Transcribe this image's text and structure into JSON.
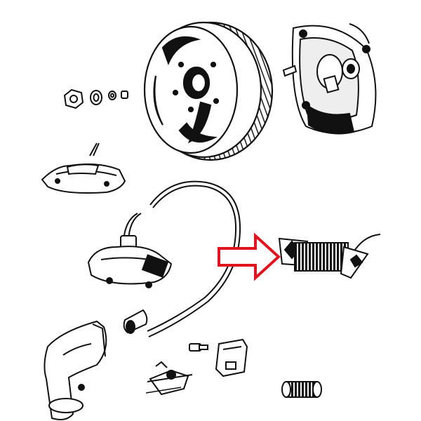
{
  "diagram": {
    "style": "black-and-white exploded parts illustration",
    "parts": [
      "flywheel",
      "stator-base-plate",
      "nut",
      "lock-washer",
      "flat-washer",
      "spacer",
      "ignition-coil-small",
      "ignition-coil-with-lead",
      "high-tension-lead",
      "lead-cap",
      "spark-plug-cap",
      "lighting-coil",
      "contact-breaker-points",
      "small-screw",
      "condenser-bracket",
      "ribbed-sleeve"
    ],
    "highlight": {
      "type": "arrow",
      "target": "lighting-coil",
      "color": "#e0141e"
    },
    "line_color": "#111111"
  }
}
